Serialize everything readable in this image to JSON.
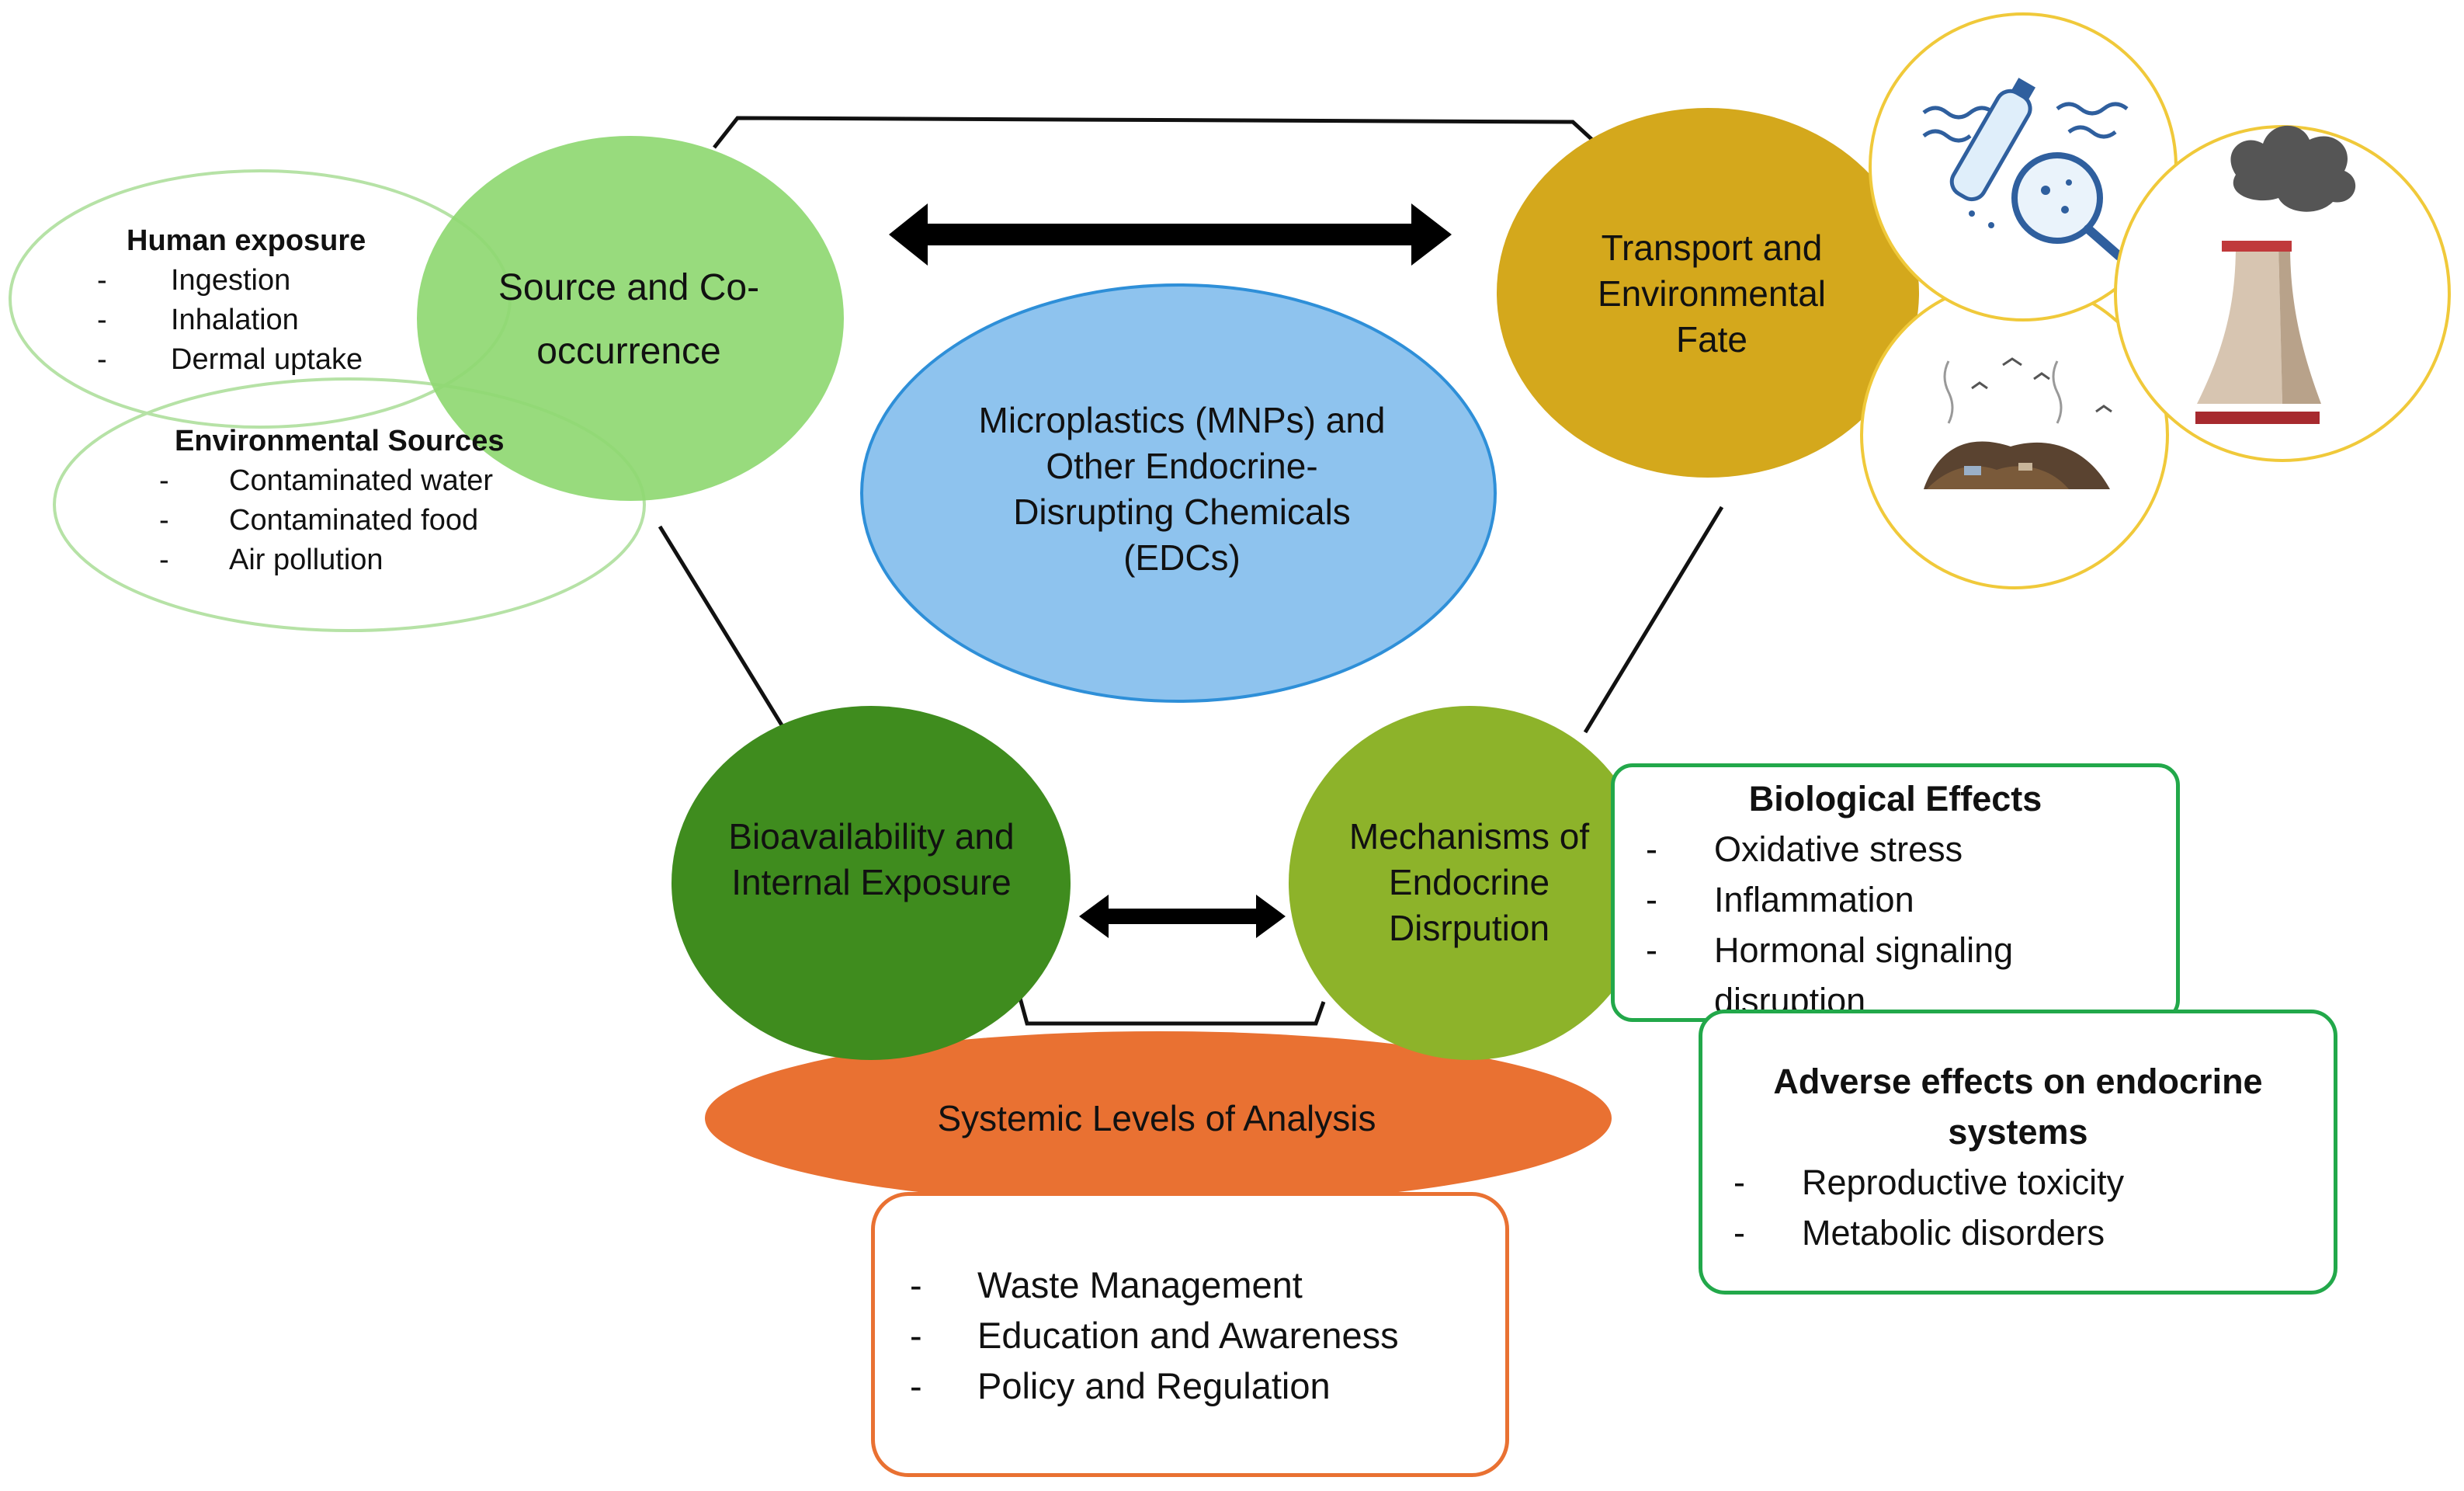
{
  "center": {
    "text": "Microplastics (MNPs) and Other Endocrine-Disrupting Chemicals (EDCs)"
  },
  "nodes": {
    "source": "Source and Co-occurrence",
    "transport": "Transport and Environmental Fate",
    "bioavailability": "Bioavailability and Internal Exposure",
    "mechanisms": "Mechanisms of Endocrine Disrpution",
    "systemic": "Systemic Levels of Analysis"
  },
  "human_exposure": {
    "title": "Human exposure",
    "items": [
      "Ingestion",
      "Inhalation",
      "Dermal uptake"
    ]
  },
  "environmental_sources": {
    "title": "Environmental Sources",
    "items": [
      "Contaminated water",
      "Contaminated food",
      "Air pollution"
    ]
  },
  "biological_effects": {
    "title": "Biological Effects",
    "items": [
      "Oxidative stress",
      "Inflammation",
      "Hormonal signaling disruption"
    ]
  },
  "adverse_effects": {
    "title": "Adverse effects on endocrine systems",
    "items": [
      "Reproductive toxicity",
      "Metabolic disorders"
    ]
  },
  "systemic_list": {
    "items": [
      "Waste Management",
      "Education and Awareness",
      "Policy and Regulation"
    ]
  },
  "bullet": "-",
  "colors": {
    "source_green": "#8fd872",
    "transport_gold": "#d4a81c",
    "bio_green": "#3f8c1e",
    "mech_green": "#8db32a",
    "center_blue": "#8ec3ee",
    "systemic_orange": "#e97132",
    "effects_border": "#22a84a",
    "photo_border": "#f0c93a"
  },
  "icons": [
    "bottle-water-magnifier-icon",
    "factory-smokestack-icon",
    "landfill-birds-icon"
  ]
}
